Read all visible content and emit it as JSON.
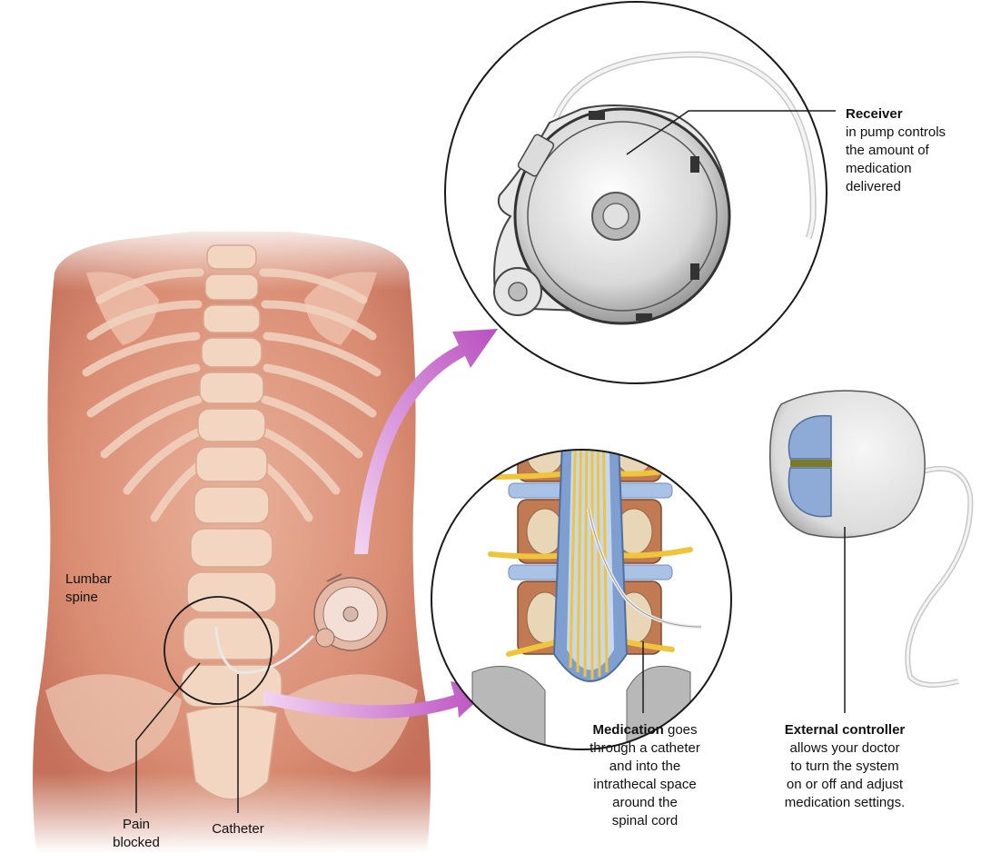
{
  "labels": {
    "receiver": {
      "title": "Receiver",
      "body": [
        "in pump controls",
        "the amount of",
        "medication",
        "delivered"
      ]
    },
    "lumbar_spine": [
      "Lumbar",
      "spine"
    ],
    "medication": {
      "title": "Medication",
      "title_suffix": " goes",
      "body": [
        "through a catheter",
        "and into the",
        "intrathecal space",
        "around the",
        "spinal cord"
      ]
    },
    "external_controller": {
      "title": "External controller",
      "body": [
        "allows your doctor",
        "to turn the system",
        "on or off and adjust",
        "medication settings."
      ]
    },
    "pain_blocked": [
      "Pain",
      "blocked"
    ],
    "catheter": "Catheter"
  },
  "colors": {
    "skin": "#e3a48d",
    "skin_dark": "#c97a63",
    "bone": "#f2d6c2",
    "arrow": "#c05ec4",
    "controller_button": "#8eaad6",
    "nerve": "#f0c53a",
    "spinal_sheath": "#7f9fd0"
  }
}
